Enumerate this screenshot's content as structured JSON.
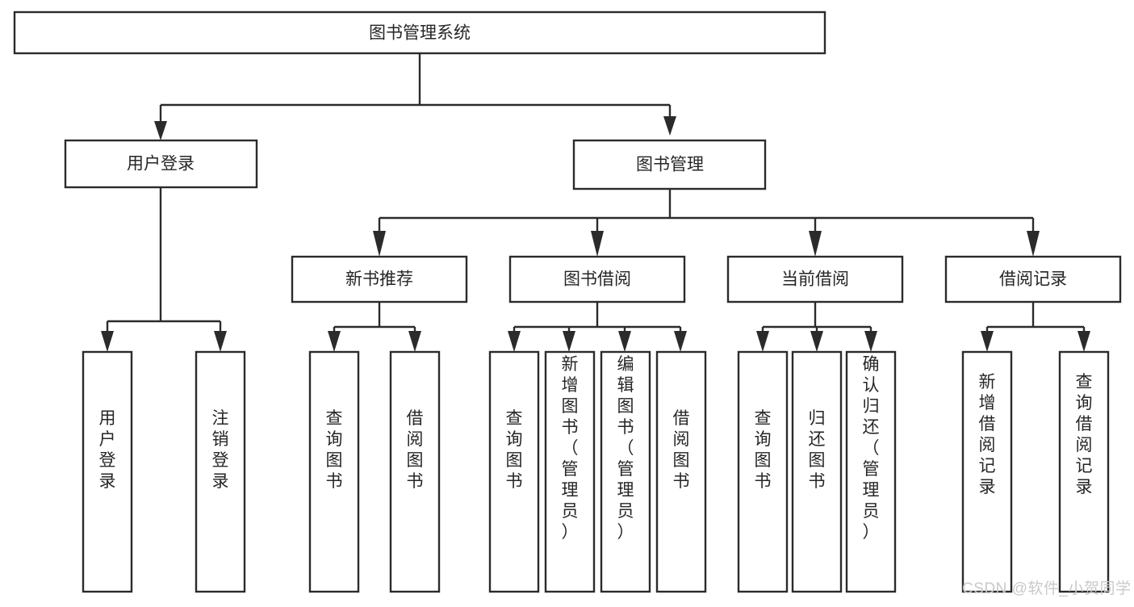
{
  "diagram": {
    "type": "hierarchy-tree",
    "title": "图书管理系统",
    "background_color": "#ffffff",
    "line_color": "#2b2b2b",
    "text_color": "#262626",
    "watermark": "CSDN @软件_小贺同学",
    "watermark_color": "#c9c9c9"
  },
  "root": {
    "label": "图书管理系统"
  },
  "level1": [
    {
      "label": "用户登录"
    },
    {
      "label": "图书管理"
    }
  ],
  "level2": [
    {
      "label": "新书推荐"
    },
    {
      "label": "图书借阅"
    },
    {
      "label": "当前借阅"
    },
    {
      "label": "借阅记录"
    }
  ],
  "leaves": {
    "user_login": [
      {
        "label": "用户登录",
        "chars": [
          "用",
          "户",
          "登",
          "录"
        ]
      },
      {
        "label": "注销登录",
        "chars": [
          "注",
          "销",
          "登",
          "录"
        ]
      }
    ],
    "new_book_recommend": [
      {
        "label": "查询图书",
        "chars": [
          "查",
          "询",
          "图",
          "书"
        ]
      },
      {
        "label": "借阅图书",
        "chars": [
          "借",
          "阅",
          "图",
          "书"
        ]
      }
    ],
    "book_borrow": [
      {
        "label": "查询图书",
        "chars": [
          "查",
          "询",
          "图",
          "书"
        ]
      },
      {
        "label": "新增图书（管理员）",
        "chars": [
          "新",
          "增",
          "图",
          "书",
          "（",
          "管",
          "理",
          "员",
          "）"
        ]
      },
      {
        "label": "编辑图书（管理员）",
        "chars": [
          "编",
          "辑",
          "图",
          "书",
          "（",
          "管",
          "理",
          "员",
          "）"
        ]
      },
      {
        "label": "借阅图书",
        "chars": [
          "借",
          "阅",
          "图",
          "书"
        ]
      }
    ],
    "current_borrow": [
      {
        "label": "查询图书",
        "chars": [
          "查",
          "询",
          "图",
          "书"
        ]
      },
      {
        "label": "归还图书",
        "chars": [
          "归",
          "还",
          "图",
          "书"
        ]
      },
      {
        "label": "确认归还（管理员）",
        "chars": [
          "确",
          "认",
          "归",
          "还",
          "（",
          "管",
          "理",
          "员",
          "）"
        ]
      }
    ],
    "borrow_record": [
      {
        "label": "新增借阅记录",
        "chars": [
          "新",
          "增",
          "借",
          "阅",
          "记",
          "录"
        ]
      },
      {
        "label": "查询借阅记录",
        "chars": [
          "查",
          "询",
          "借",
          "阅",
          "记",
          "录"
        ]
      }
    ]
  }
}
